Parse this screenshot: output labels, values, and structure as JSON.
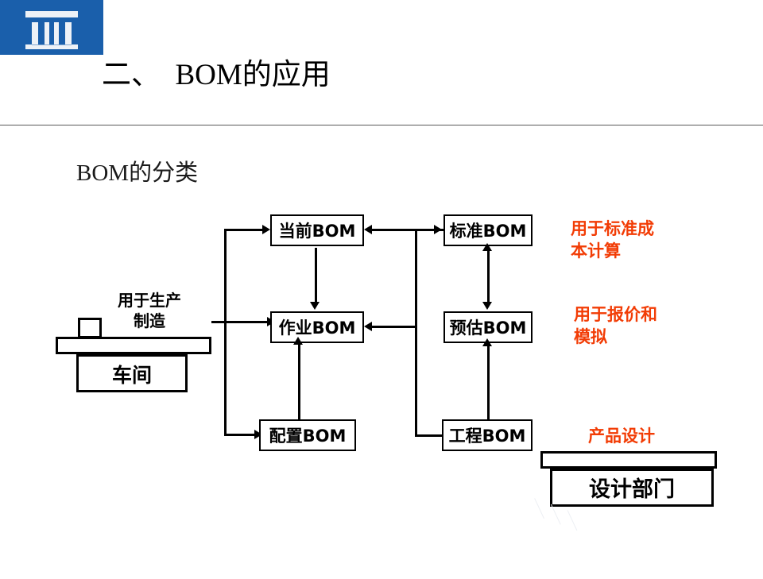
{
  "slide": {
    "title": "二、  BOM的应用",
    "subtitle": "BOM的分类",
    "logo_icon": "gate-logo-icon",
    "accent_blue": "#1a5fab",
    "accent_red": "#f23c05",
    "watermark": "＼＼＼"
  },
  "diagram": {
    "middle_column": [
      {
        "label": "当前BOM",
        "name": "current-bom"
      },
      {
        "label": "作业BOM",
        "name": "operation-bom"
      },
      {
        "label": "配置BOM",
        "name": "config-bom"
      }
    ],
    "right_column": [
      {
        "label": "标准BOM",
        "name": "standard-bom"
      },
      {
        "label": "预估BOM",
        "name": "estimate-bom"
      },
      {
        "label": "工程BOM",
        "name": "engineering-bom"
      }
    ],
    "notes_red": [
      {
        "text": "用于标准成\n本计算",
        "name": "note-standard-cost"
      },
      {
        "text": "用于报价和\n模拟",
        "name": "note-quote-simulation"
      },
      {
        "text": "产品设计",
        "name": "note-product-design"
      }
    ],
    "left_note": "用于生产\n制造",
    "workshop_label": "车间",
    "department_label": "设计部门"
  }
}
